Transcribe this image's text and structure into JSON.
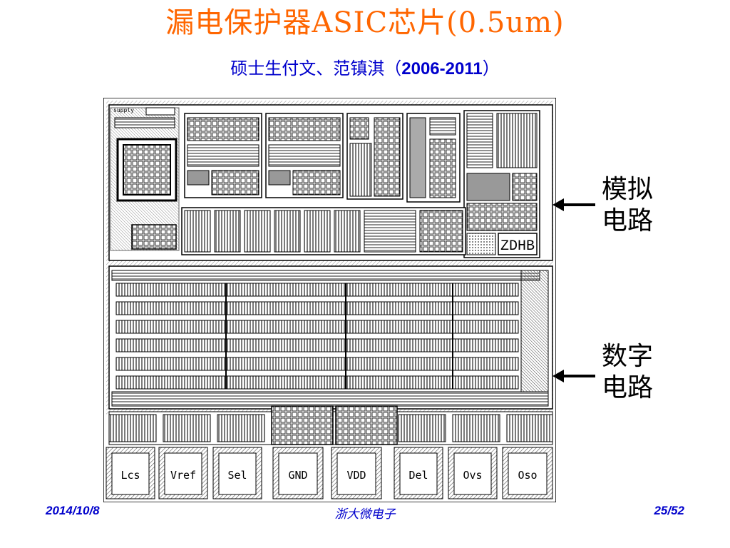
{
  "title": "漏电保护器ASIC芯片(0.5um)",
  "subtitle": {
    "text": "硕士生付文、范镇淇（",
    "years": "2006-2011",
    "close": "）"
  },
  "labels": {
    "analog_line1": "模拟",
    "analog_line2": "电路",
    "digital_line1": "数字",
    "digital_line2": "电路"
  },
  "chip": {
    "supply_label": "supply",
    "logo": "ZDHB",
    "pads": [
      "Lcs",
      "Vref",
      "Sel",
      "GND",
      "VDD",
      "Del",
      "Ovs",
      "Oso"
    ]
  },
  "footer": {
    "date": "2014/10/8",
    "org": "浙大微电子",
    "page": "25/52"
  },
  "colors": {
    "title": "#ff6600",
    "subtitle": "#0000cc",
    "footer": "#0000cc"
  }
}
